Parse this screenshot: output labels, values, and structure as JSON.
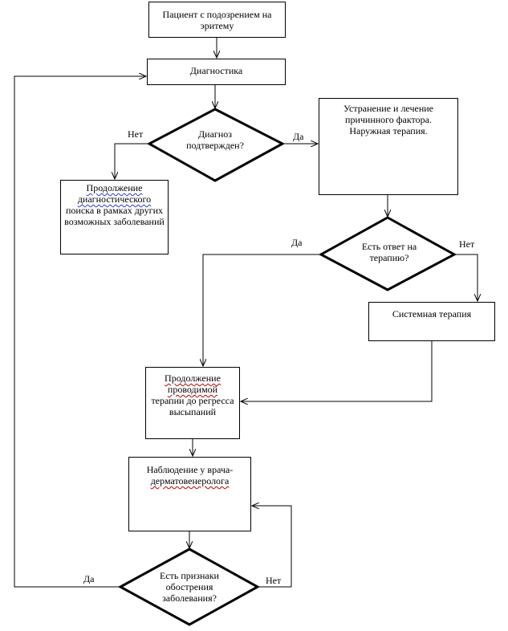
{
  "nodes": {
    "start": "Пациент с подозрением на эритему",
    "diagnostics": "Диагностика",
    "diag_confirmed": "Диагноз подтвержден?",
    "continue_search_line1": "Продолжение",
    "continue_search_line2": "диагностического",
    "continue_search_rest": "поиска в рамках других возможных заболеваний",
    "eliminate_treat": "Устранение и лечение причинного фактора. Наружная терапия.",
    "therapy_response": "Есть ответ на терапию?",
    "systemic_therapy": "Системная терапия",
    "continue_therapy_line1": "Продолжение",
    "continue_therapy_line2": "проводимой",
    "continue_therapy_rest": "терапии до регресса высыпаний",
    "observation_line1": "Наблюдение у врача-",
    "observation_line2": "дерматовенеролога",
    "exacerbation": "Есть признаки обострения заболевания?"
  },
  "edge_labels": {
    "no_1": "Нет",
    "yes_1": "Да",
    "yes_2": "Да",
    "no_2": "Нет",
    "yes_3": "Да",
    "no_3": "Нет"
  }
}
